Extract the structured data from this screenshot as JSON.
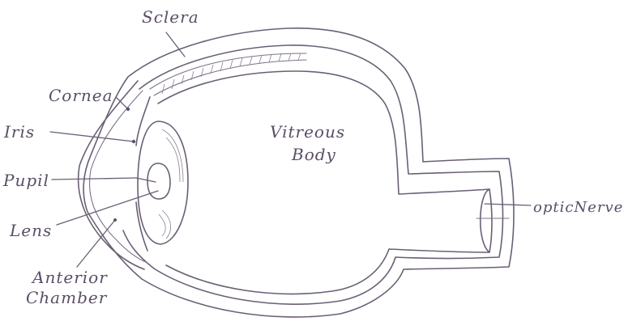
{
  "labels": {
    "sclera": "Sclera",
    "cornea": "Cornea",
    "iris": "Iris",
    "pupil": "Pupil",
    "lens": "Lens",
    "anterior_chamber_line1": "Anterior",
    "anterior_chamber_line2": "Chamber",
    "vitreous_line1": "Vitreous",
    "vitreous_line2": "Body",
    "optic_nerve": "opticNerve"
  },
  "colors": {
    "ink": "#6b5f75",
    "paper": "#ffffff"
  }
}
